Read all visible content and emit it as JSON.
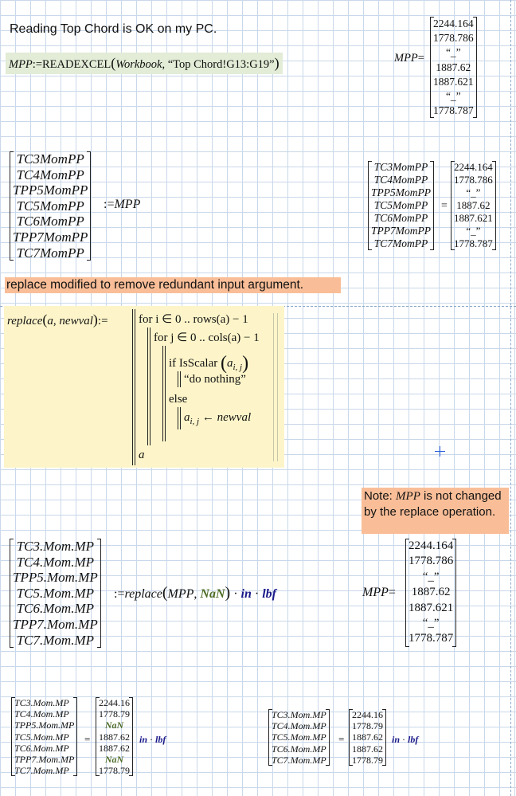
{
  "note1": "Reading Top Chord is OK on my PC.",
  "read_expr": {
    "var": "MPP",
    "assign": ":=",
    "func": "READEXCEL",
    "arg1": "Workbook",
    "arg2": "“Top Chord!G13:G19”"
  },
  "mpp_result": {
    "label": "MPP",
    "values": [
      "2244.164",
      "1778.786",
      "“_”",
      "1887.62",
      "1887.621",
      "“_”",
      "1778.787"
    ]
  },
  "names_pp": [
    "TC3MomPP",
    "TC4MomPP",
    "TPP5MomPP",
    "TC5MomPP",
    "TC6MomPP",
    "TPP7MomPP",
    "TC7MomPP"
  ],
  "assign_pp_rhs": ":=MPP",
  "note2": "replace modified to remove redundant input argument.",
  "replace_prog": {
    "header": "replace(a, newval) :=",
    "line1": "for i ∈ 0 .. rows(a) − 1",
    "line2": "for j ∈ 0 .. cols(a) − 1",
    "line3_if": "if IsScalar",
    "line3_arg": "a",
    "line3_sub": "i, j",
    "line4": "“do nothing”",
    "line5": "else",
    "line6_var": "a",
    "line6_sub": "i, j",
    "line6_rest": "← newval",
    "line7": "a"
  },
  "note3": "Note: MPP is not changed by the replace operation.",
  "note3_parts": [
    "Note: ",
    "MPP",
    " is not changed by the replace operation."
  ],
  "names_mp": [
    "TC3.Mom.MP",
    "TC4.Mom.MP",
    "TPP5.Mom.MP",
    "TC5.Mom.MP",
    "TC6.Mom.MP",
    "TPP7.Mom.MP",
    "TC7.Mom.MP"
  ],
  "replace_call": {
    "assign": ":=",
    "func": "replace",
    "arg1": "MPP",
    "arg2": "NaN",
    "times": "·",
    "unit1": "in",
    "unit2": "lbf"
  },
  "mp_vals_full": [
    "2244.16",
    "1778.79",
    "NaN",
    "1887.62",
    "1887.62",
    "NaN",
    "1778.79"
  ],
  "names_mp_short": [
    "TC3.Mom.MP",
    "TC4.Mom.MP",
    "TC5.Mom.MP",
    "TC6.Mom.MP",
    "TC7.Mom.MP"
  ],
  "mp_vals_short": [
    "2244.16",
    "1778.79",
    "1887.62",
    "1887.62",
    "1778.79"
  ],
  "unit_label": "in · lbf"
}
